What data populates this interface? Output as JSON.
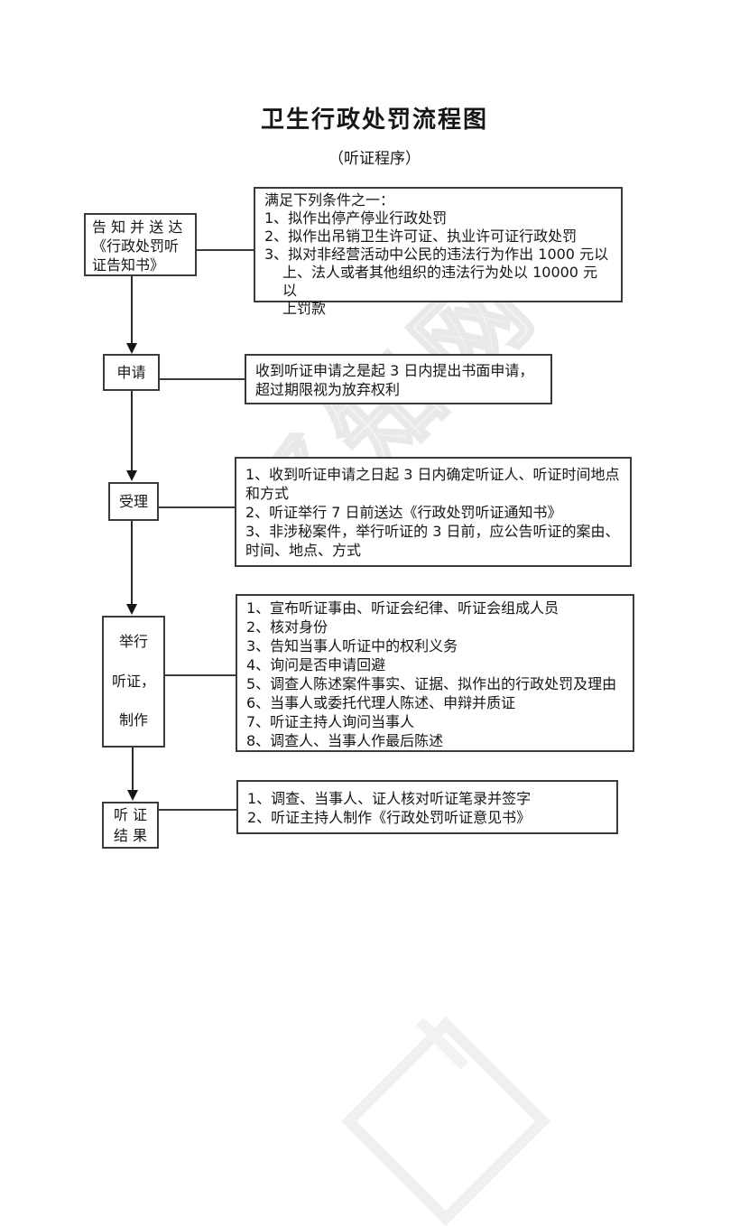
{
  "page": {
    "title": "卫生行政处罚流程图",
    "subtitle": "（听证程序）",
    "watermark_text": "觅知网",
    "colors": {
      "background": "#ffffff",
      "border": "#3a3a3a",
      "text": "#161616",
      "watermark": "#ededed"
    }
  },
  "flow": {
    "steps": [
      {
        "name": "notify-and-deliver",
        "items": [
          {
            "text": "告 知 并 送 达"
          },
          {
            "text": "《行政处罚听"
          },
          {
            "text": "证告知书》"
          }
        ]
      },
      {
        "name": "apply",
        "items": [
          {
            "text": "申请"
          }
        ]
      },
      {
        "name": "accept",
        "items": [
          {
            "text": "受理"
          }
        ]
      },
      {
        "name": "hold-hearing",
        "items": [
          {
            "text": "举行"
          },
          {
            "text": "听证，"
          },
          {
            "text": "制作"
          }
        ]
      },
      {
        "name": "hearing-result",
        "items": [
          {
            "text": "听 证"
          },
          {
            "text": "结 果"
          }
        ]
      }
    ],
    "details": [
      {
        "name": "conditions",
        "items": [
          {
            "text": "满足下列条件之一："
          },
          {
            "text": "1、拟作出停产停业行政处罚"
          },
          {
            "text": "2、拟作出吊销卫生许可证、执业许可证行政处罚"
          },
          {
            "text": "3、拟对非经营活动中公民的违法行为作出 1000 元以"
          },
          {
            "text": "上、法人或者其他组织的违法行为处以 10000 元以",
            "indent": true
          },
          {
            "text": "上罚款",
            "indent": true
          }
        ]
      },
      {
        "name": "apply-rule",
        "items": [
          {
            "text": "收到听证申请之是起 3 日内提出书面申请，"
          },
          {
            "text": "超过期限视为放弃权利"
          }
        ]
      },
      {
        "name": "accept-rule",
        "items": [
          {
            "text": "1、收到听证申请之日起 3 日内确定听证人、听证时间地点"
          },
          {
            "text": "和方式"
          },
          {
            "text": "2、听证举行 7 日前送达《行政处罚听证通知书》"
          },
          {
            "text": "3、非涉秘案件，举行听证的 3 日前，应公告听证的案由、"
          },
          {
            "text": "时间、地点、方式"
          }
        ]
      },
      {
        "name": "hearing-procedure",
        "items": [
          {
            "text": "1、宣布听证事由、听证会纪律、听证会组成人员"
          },
          {
            "text": "2、核对身份"
          },
          {
            "text": "3、告知当事人听证中的权利义务"
          },
          {
            "text": "4、询问是否申请回避"
          },
          {
            "text": "5、调查人陈述案件事实、证据、拟作出的行政处罚及理由"
          },
          {
            "text": "6、当事人或委托代理人陈述、申辩并质证"
          },
          {
            "text": "7、听证主持人询问当事人"
          },
          {
            "text": "8、调查人、当事人作最后陈述"
          }
        ]
      },
      {
        "name": "result-rule",
        "items": [
          {
            "text": "1、调查、当事人、证人核对听证笔录并签字"
          },
          {
            "text": "2、听证主持人制作《行政处罚听证意见书》"
          }
        ]
      }
    ]
  }
}
